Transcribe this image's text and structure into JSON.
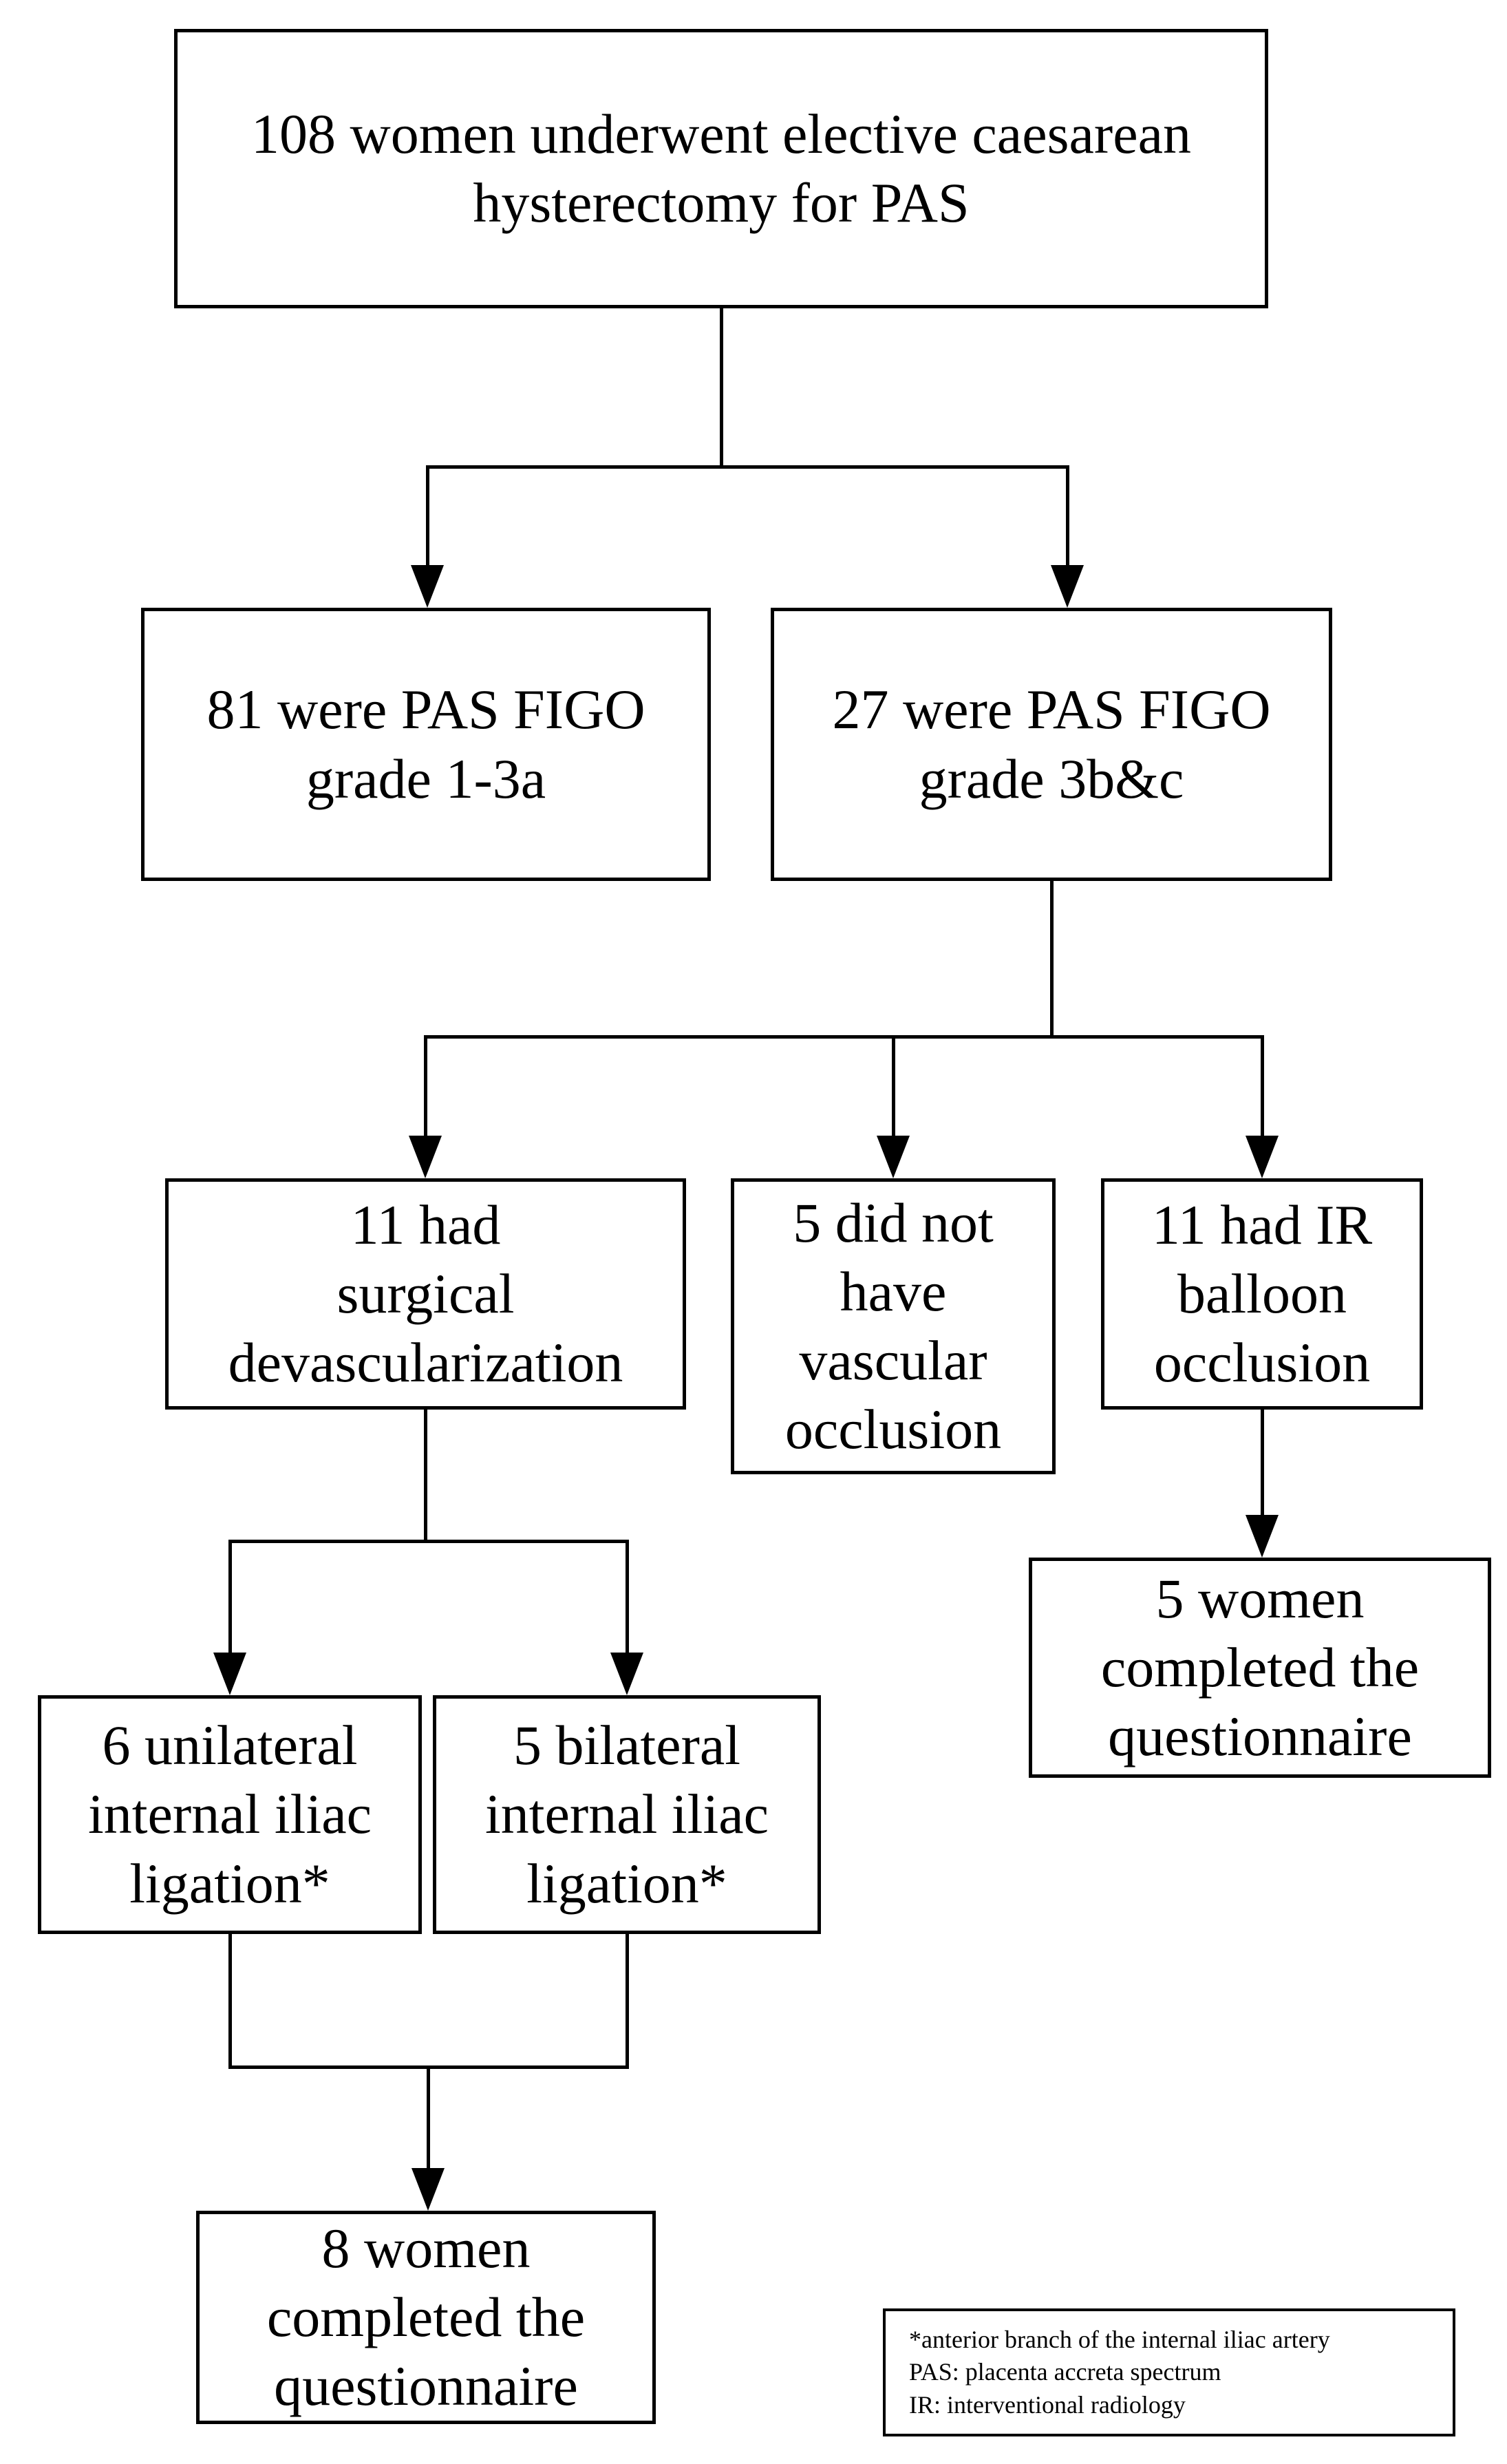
{
  "nodes": {
    "root": {
      "label": "108 women underwent elective caesarean\nhysterectomy for PAS"
    },
    "figo_grade_1_3a": {
      "label": "81 were PAS FIGO\ngrade 1-3a"
    },
    "figo_grade_3bc": {
      "label": "27 were PAS FIGO\ngrade 3b&c"
    },
    "surgical_devascularization": {
      "label": "11 had\nsurgical\ndevascularization"
    },
    "no_vascular_occlusion": {
      "label": "5 did not\nhave\nvascular\nocclusion"
    },
    "ir_balloon_occlusion": {
      "label": "11 had IR\nballoon\nocclusion"
    },
    "unilateral_ligation": {
      "label": "6 unilateral\ninternal iliac\nligation*"
    },
    "bilateral_ligation": {
      "label": "5 bilateral\ninternal iliac\nligation*"
    },
    "questionnaire_ligation_group": {
      "label": "8 women\ncompleted the\nquestionnaire"
    },
    "questionnaire_ir_group": {
      "label": "5 women\ncompleted the\nquestionnaire"
    }
  },
  "footnote": {
    "line1": "*anterior branch of the internal iliac artery",
    "line2": "PAS: placenta accreta spectrum",
    "line3": "IR: interventional radiology"
  },
  "colors": {
    "line": "#000000",
    "box_border": "#000000",
    "box_background": "#ffffff",
    "page_background": "#ffffff",
    "text": "#000000"
  }
}
